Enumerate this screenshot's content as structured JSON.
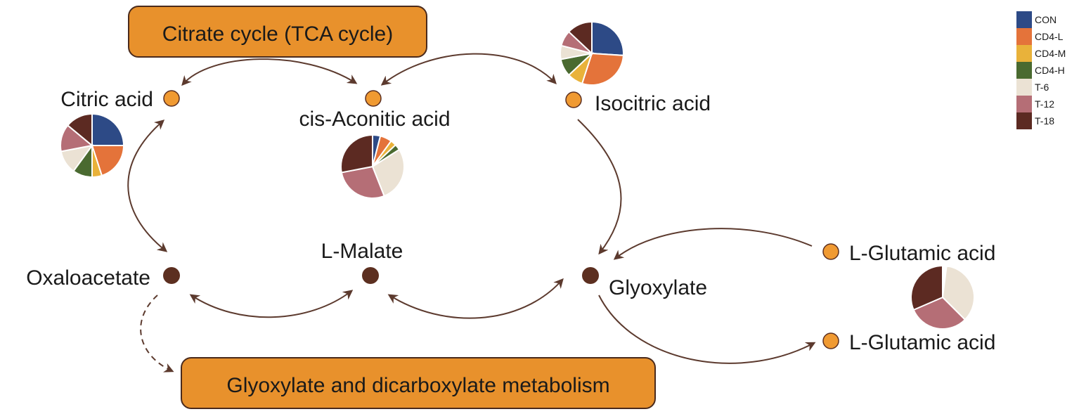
{
  "colors": {
    "pathway_fill": "#e8912c",
    "pathway_stroke": "#4a2a1c",
    "node_orange": "#f09a32",
    "node_dark": "#5c2f20",
    "arrow": "#5c3a2e",
    "series": {
      "CON": "#2d4a86",
      "CD4-L": "#e4733a",
      "CD4-M": "#e9b23a",
      "CD4-H": "#4a6a30",
      "T-6": "#ebe2d4",
      "T-12": "#b56e76",
      "T-18": "#5c2a22"
    }
  },
  "pathways": {
    "tca": "Citrate cycle (TCA cycle)",
    "glyox": "Glyoxylate and dicarboxylate metabolism"
  },
  "nodes": {
    "citric_acid": "Citric acid",
    "cis_aconitic_acid": "cis-Aconitic acid",
    "isocitric_acid": "Isocitric acid",
    "oxaloacetate": "Oxaloacetate",
    "l_malate": "L-Malate",
    "glyoxylate": "Glyoxylate",
    "l_glutamic_acid_1": "L-Glutamic acid",
    "l_glutamic_acid_2": "L-Glutamic acid"
  },
  "legend": [
    "CON",
    "CD4-L",
    "CD4-M",
    "CD4-H",
    "T-6",
    "T-12",
    "T-18"
  ],
  "chart_data": [
    {
      "type": "pie",
      "metabolite": "Citric acid",
      "categories": [
        "CON",
        "CD4-L",
        "CD4-M",
        "CD4-H",
        "T-6",
        "T-12",
        "T-18"
      ],
      "values": [
        25,
        20,
        5,
        10,
        12,
        14,
        14
      ]
    },
    {
      "type": "pie",
      "metabolite": "cis-Aconitic acid",
      "categories": [
        "CON",
        "CD4-L",
        "CD4-M",
        "CD4-H",
        "T-6",
        "T-12",
        "T-18"
      ],
      "values": [
        4,
        6,
        3,
        3,
        28,
        28,
        28
      ]
    },
    {
      "type": "pie",
      "metabolite": "Isocitric acid",
      "categories": [
        "CON",
        "CD4-L",
        "CD4-M",
        "CD4-H",
        "T-6",
        "T-12",
        "T-18"
      ],
      "values": [
        26,
        29,
        8,
        9,
        7,
        8,
        13
      ]
    },
    {
      "type": "pie",
      "metabolite": "L-Glutamic acid",
      "categories": [
        "CON",
        "CD4-L",
        "CD4-M",
        "CD4-H",
        "T-6",
        "T-12",
        "T-18"
      ],
      "values": [
        0.5,
        0.5,
        0.5,
        0.5,
        35.5,
        31,
        31.5
      ]
    }
  ]
}
